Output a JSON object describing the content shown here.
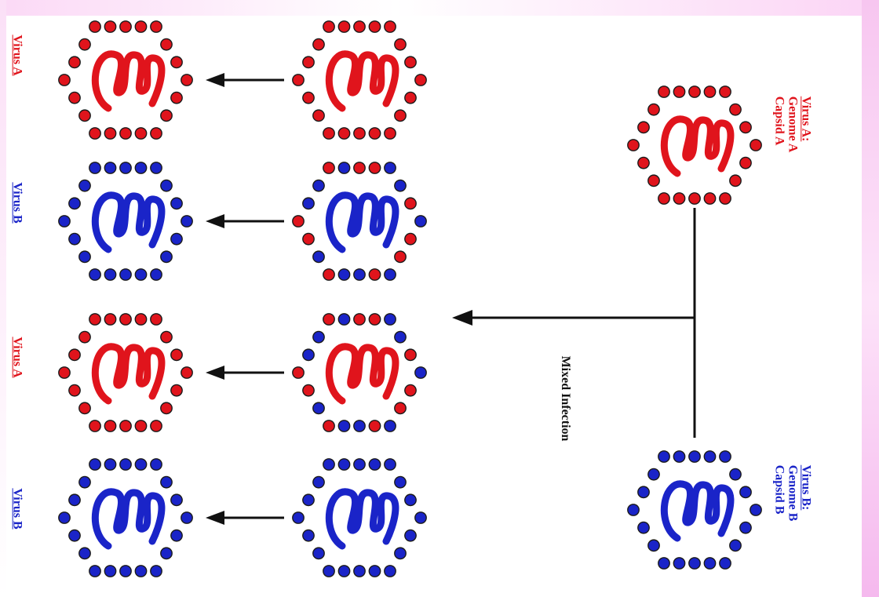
{
  "colors": {
    "virus_a": "#e0141c",
    "virus_b": "#1a24c8",
    "line": "#111111",
    "background_band": "#f7c6f0"
  },
  "parents": {
    "virus_a": {
      "title": "Virus A:",
      "genome": "Genome A",
      "capsid": "Capsid A"
    },
    "virus_b": {
      "title": "Virus B:",
      "genome": "Genome B",
      "capsid": "Capsid B"
    }
  },
  "mixed_infection_label": "Mixed Infection",
  "progeny": [
    {
      "intermediate_capsid": "A",
      "intermediate_genome": "A",
      "result_label": "Virus A"
    },
    {
      "intermediate_capsid": "mixed",
      "intermediate_genome": "B",
      "result_label": "Virus B"
    },
    {
      "intermediate_capsid": "mixed",
      "intermediate_genome": "A",
      "result_label": "Virus A"
    },
    {
      "intermediate_capsid": "B",
      "intermediate_genome": "B",
      "result_label": "Virus B"
    }
  ]
}
